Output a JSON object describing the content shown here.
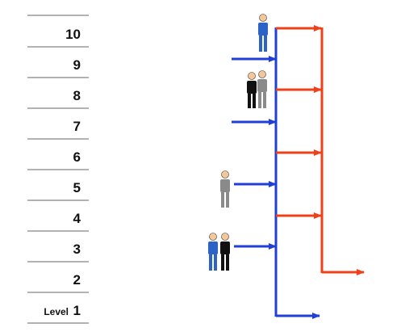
{
  "levels": [
    {
      "number": "10",
      "prefix": ""
    },
    {
      "number": "9",
      "prefix": ""
    },
    {
      "number": "8",
      "prefix": ""
    },
    {
      "number": "7",
      "prefix": ""
    },
    {
      "number": "6",
      "prefix": ""
    },
    {
      "number": "5",
      "prefix": ""
    },
    {
      "number": "4",
      "prefix": ""
    },
    {
      "number": "3",
      "prefix": ""
    },
    {
      "number": "2",
      "prefix": ""
    },
    {
      "number": "1",
      "prefix": "Level"
    }
  ],
  "colors": {
    "blue": "#1f3fd6",
    "red": "#f0401a",
    "person_blue": "#2b63c6",
    "person_gray": "#8a8a8a",
    "person_black": "#111111",
    "skin": "#f2c89a",
    "rule": "#666666"
  },
  "people": [
    {
      "level": "10",
      "figures": [
        "blue"
      ]
    },
    {
      "level": "8",
      "figures": [
        "black",
        "gray"
      ]
    },
    {
      "level": "5",
      "figures": [
        "gray"
      ]
    },
    {
      "level": "3",
      "figures": [
        "blue",
        "black"
      ]
    }
  ],
  "incoming_arrows": [
    "9",
    "7",
    "5",
    "3"
  ],
  "outgoing_arrows": [
    "10",
    "8",
    "6",
    "4"
  ],
  "exit_arrows": [
    {
      "from": "red-line",
      "level": "2"
    },
    {
      "from": "blue-line",
      "level": "1"
    }
  ]
}
